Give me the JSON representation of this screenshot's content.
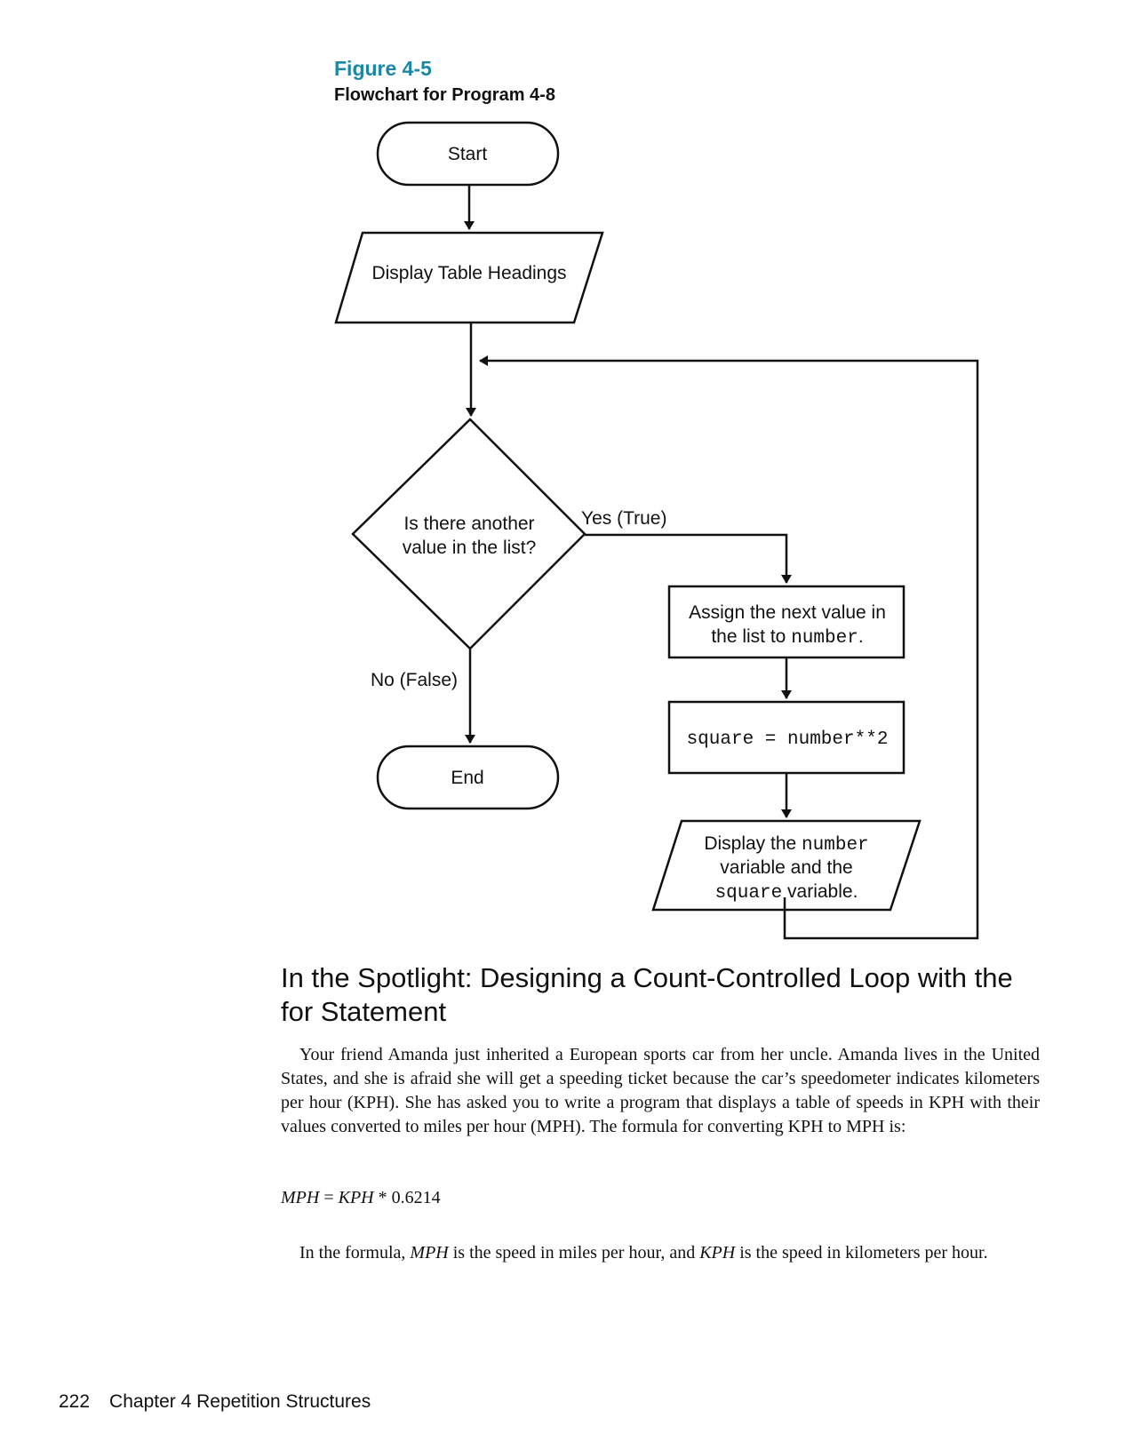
{
  "figure": {
    "label": "Figure 4-5",
    "caption": "Flowchart for Program 4-8"
  },
  "flowchart": {
    "start": "Start",
    "display_headings": "Display Table Headings",
    "decision_line1": "Is there another",
    "decision_line2": "value in the list?",
    "yes_label": "Yes (True)",
    "no_label": "No (False)",
    "assign_line1": "Assign the next value in",
    "assign_line2_text": "the list to ",
    "assign_line2_code": "number",
    "assign_line2_end": ".",
    "square_code": "square = number**2",
    "display_line1_text": "Display the ",
    "display_line1_code": "number",
    "display_line2": "variable and the",
    "display_line3_code": "square",
    "display_line3_text": " variable.",
    "end": "End"
  },
  "section": {
    "heading": "In the Spotlight: Designing a Count-Controlled Loop with the for Statement",
    "paragraph1": "Your friend Amanda just inherited a European sports car from her uncle. Amanda lives in the United States, and she is afraid she will get a speeding ticket because the car’s speedometer indicates kilometers per hour (KPH). She has asked you to write a program that displays a table of speeds in KPH with their values converted to miles per hour (MPH). The formula for converting KPH to MPH is:",
    "formula_lhs": "MPH",
    "formula_eq": " = ",
    "formula_var": "KPH",
    "formula_rest": " * 0.6214",
    "p2_a": "In the formula, ",
    "p2_b": "MPH",
    "p2_c": " is the speed in miles per hour, and ",
    "p2_d": "KPH",
    "p2_e": " is the speed in kilometers per hour."
  },
  "footer": {
    "page_number": "222",
    "chapter": "Chapter 4 Repetition Structures"
  }
}
